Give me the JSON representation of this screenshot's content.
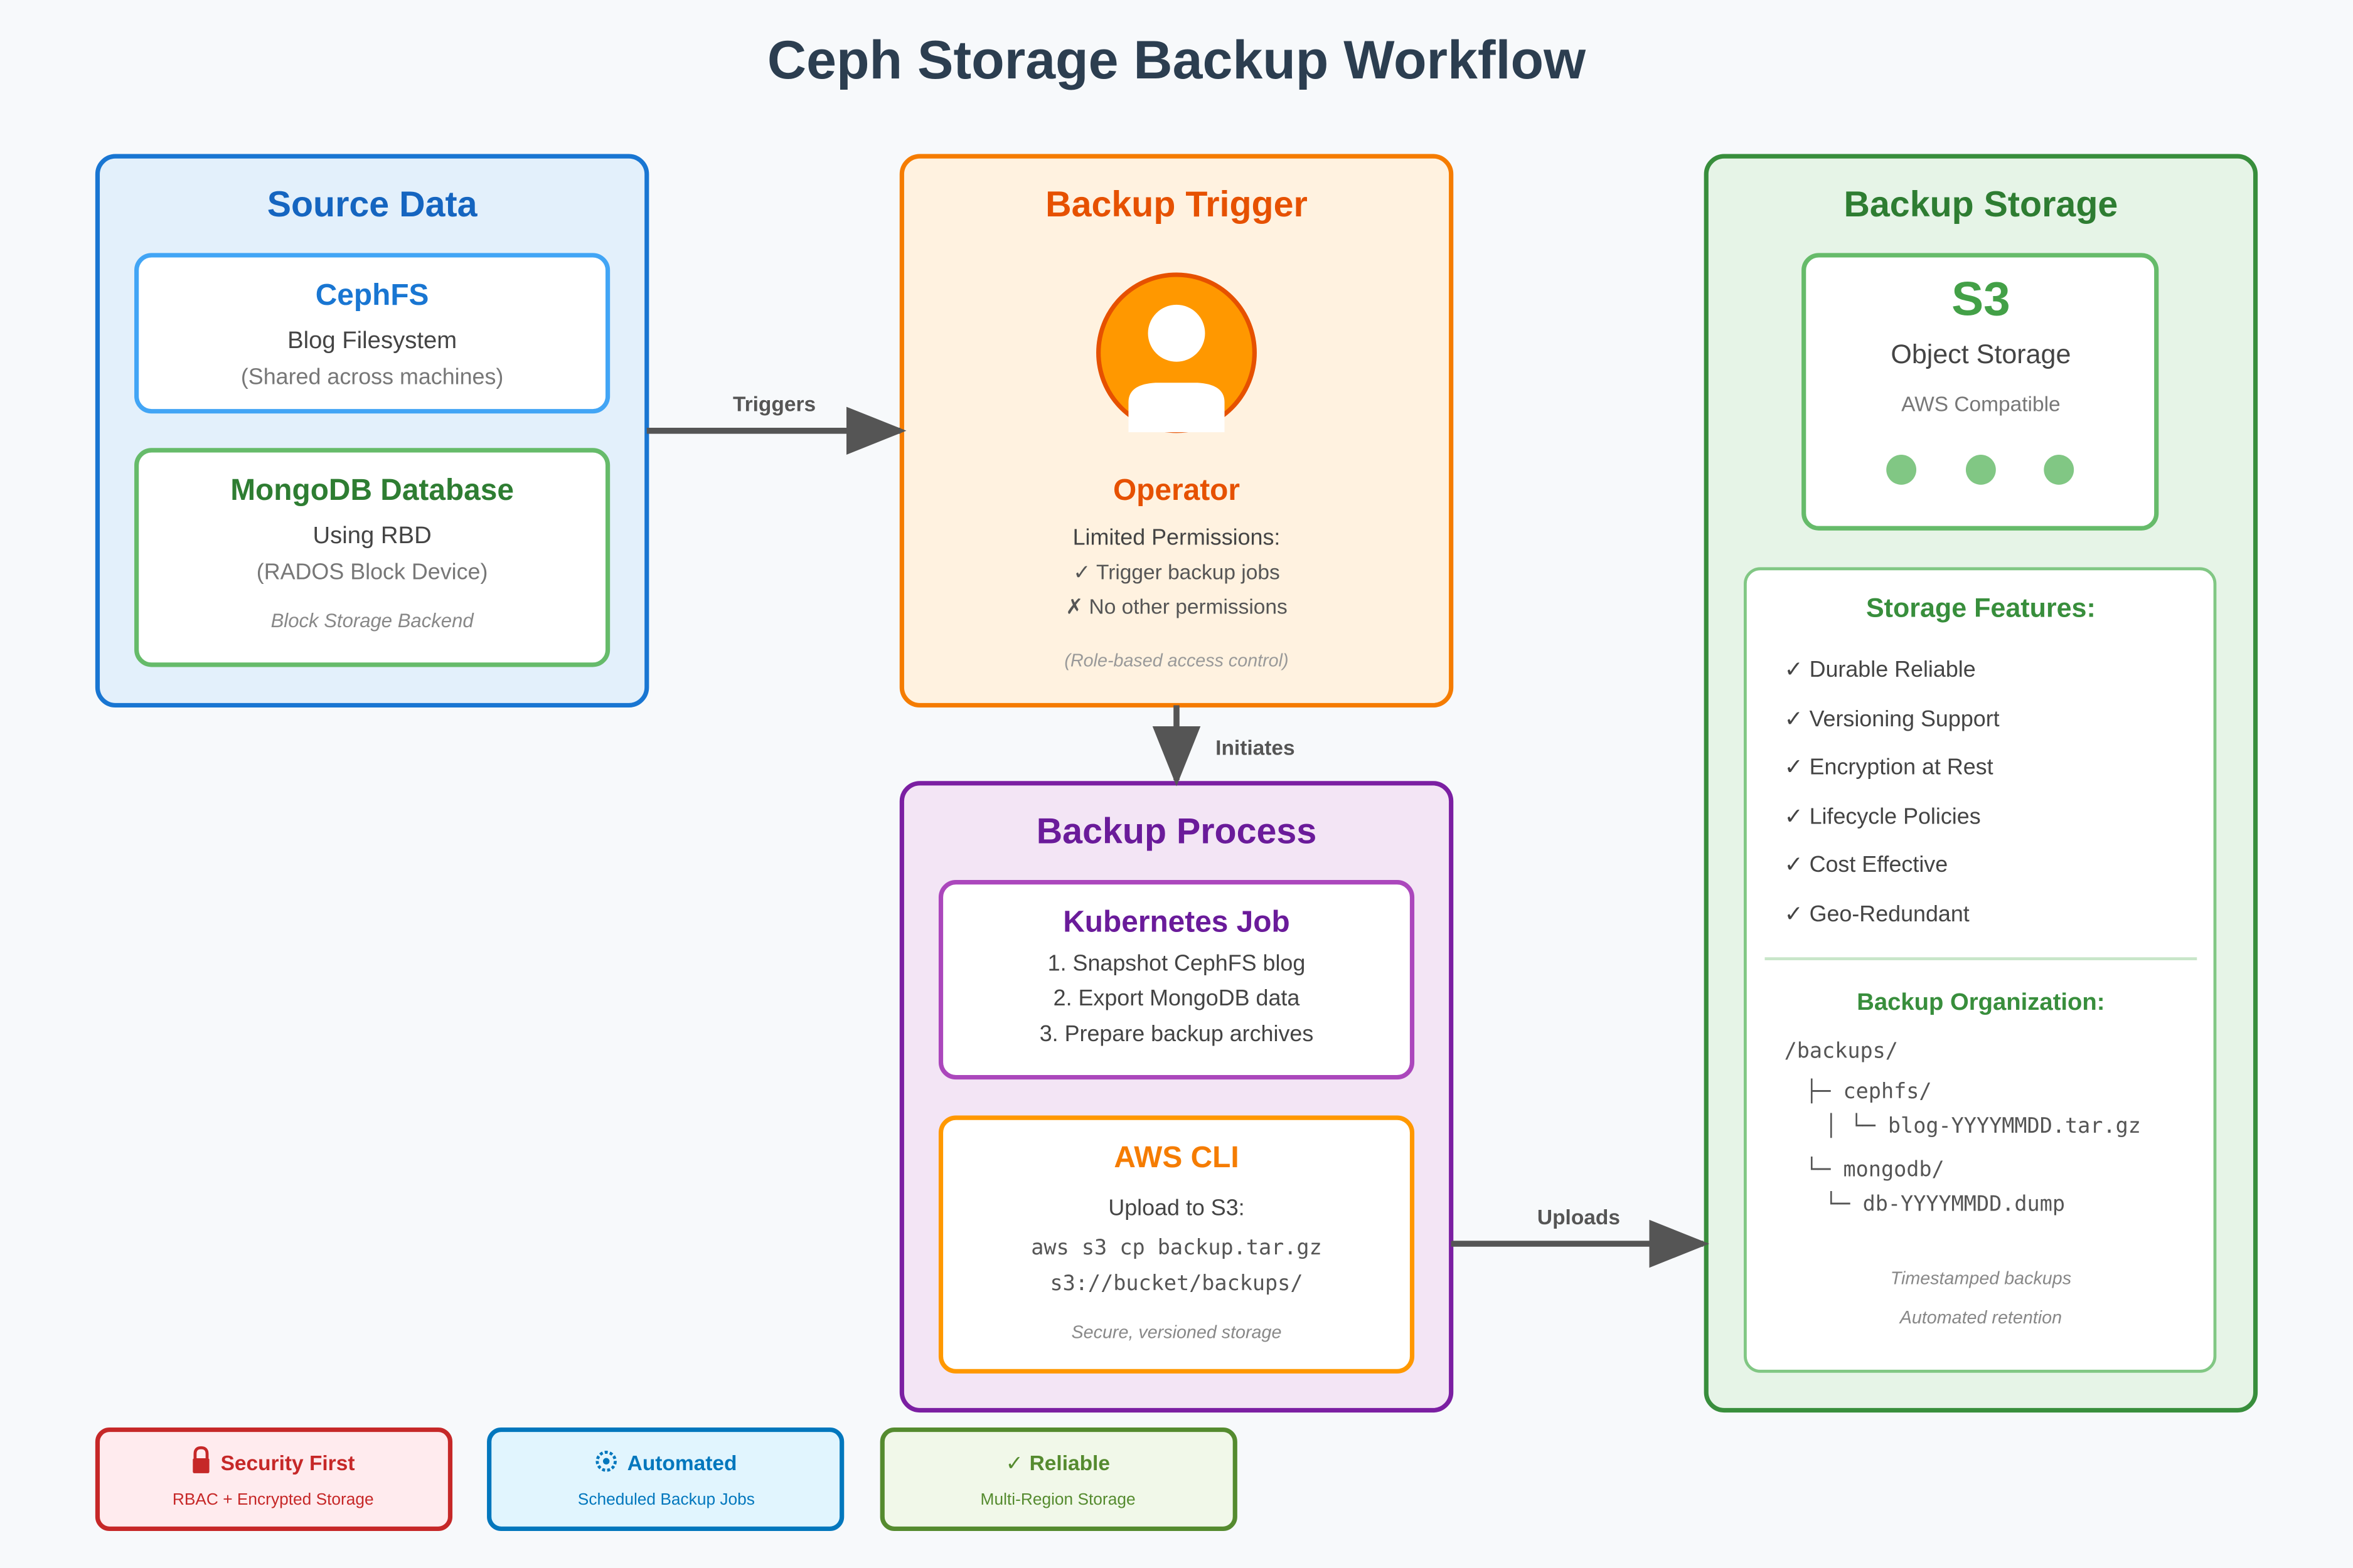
{
  "title": "Ceph Storage Backup Workflow",
  "colors": {
    "background": "#f7f9fb",
    "source": "#1565c0",
    "trigger": "#e65100",
    "process": "#6a1b9a",
    "storage": "#2e7d32",
    "arrow": "#555555"
  },
  "source": {
    "title": "Source Data",
    "cephfs": {
      "title": "CephFS",
      "line1": "Blog Filesystem",
      "line2": "(Shared across machines)"
    },
    "mongodb": {
      "title": "MongoDB Database",
      "line1": "Using RBD",
      "line2": "(RADOS Block Device)",
      "note": "Block Storage Backend"
    }
  },
  "trigger": {
    "title": "Backup Trigger",
    "icon": "user-icon",
    "role": "Operator",
    "perm_heading": "Limited Permissions:",
    "perm_allowed": "✓ Trigger backup jobs",
    "perm_denied": "✗ No other permissions",
    "note": "(Role-based access control)"
  },
  "process": {
    "title": "Backup Process",
    "k8s": {
      "title": "Kubernetes Job",
      "steps": [
        "1. Snapshot CephFS blog",
        "2. Export MongoDB data",
        "3. Prepare backup archives"
      ]
    },
    "awscli": {
      "title": "AWS CLI",
      "line1": "Upload to S3:",
      "cmd1": "aws s3 cp backup.tar.gz",
      "cmd2": "s3://bucket/backups/",
      "note": "Secure, versioned storage"
    }
  },
  "storage": {
    "title": "Backup Storage",
    "s3": {
      "title": "S3",
      "line1": "Object Storage",
      "line2": "AWS Compatible"
    },
    "features_title": "Storage Features:",
    "features": [
      "✓ Durable Reliable",
      "✓ Versioning Support",
      "✓ Encryption at Rest",
      "✓ Lifecycle Policies",
      "✓ Cost Effective",
      "✓ Geo-Redundant"
    ],
    "org_title": "Backup Organization:",
    "tree": [
      "/backups/",
      "├─ cephfs/",
      "│  └─ blog-YYYYMMDD.tar.gz",
      "└─ mongodb/",
      "└─ db-YYYYMMDD.dump"
    ],
    "note1": "Timestamped backups",
    "note2": "Automated retention"
  },
  "edges": {
    "triggers": "Triggers",
    "initiates": "Initiates",
    "uploads": "Uploads"
  },
  "badges": [
    {
      "icon": "lock-icon",
      "glyph": "🔒",
      "title": "Security First",
      "sub": "RBAC + Encrypted Storage"
    },
    {
      "icon": "gear-icon",
      "glyph": "⚙",
      "title": "Automated",
      "sub": "Scheduled Backup Jobs"
    },
    {
      "icon": "check-icon",
      "glyph": "✓",
      "title": "Reliable",
      "sub": "Multi-Region Storage"
    }
  ]
}
